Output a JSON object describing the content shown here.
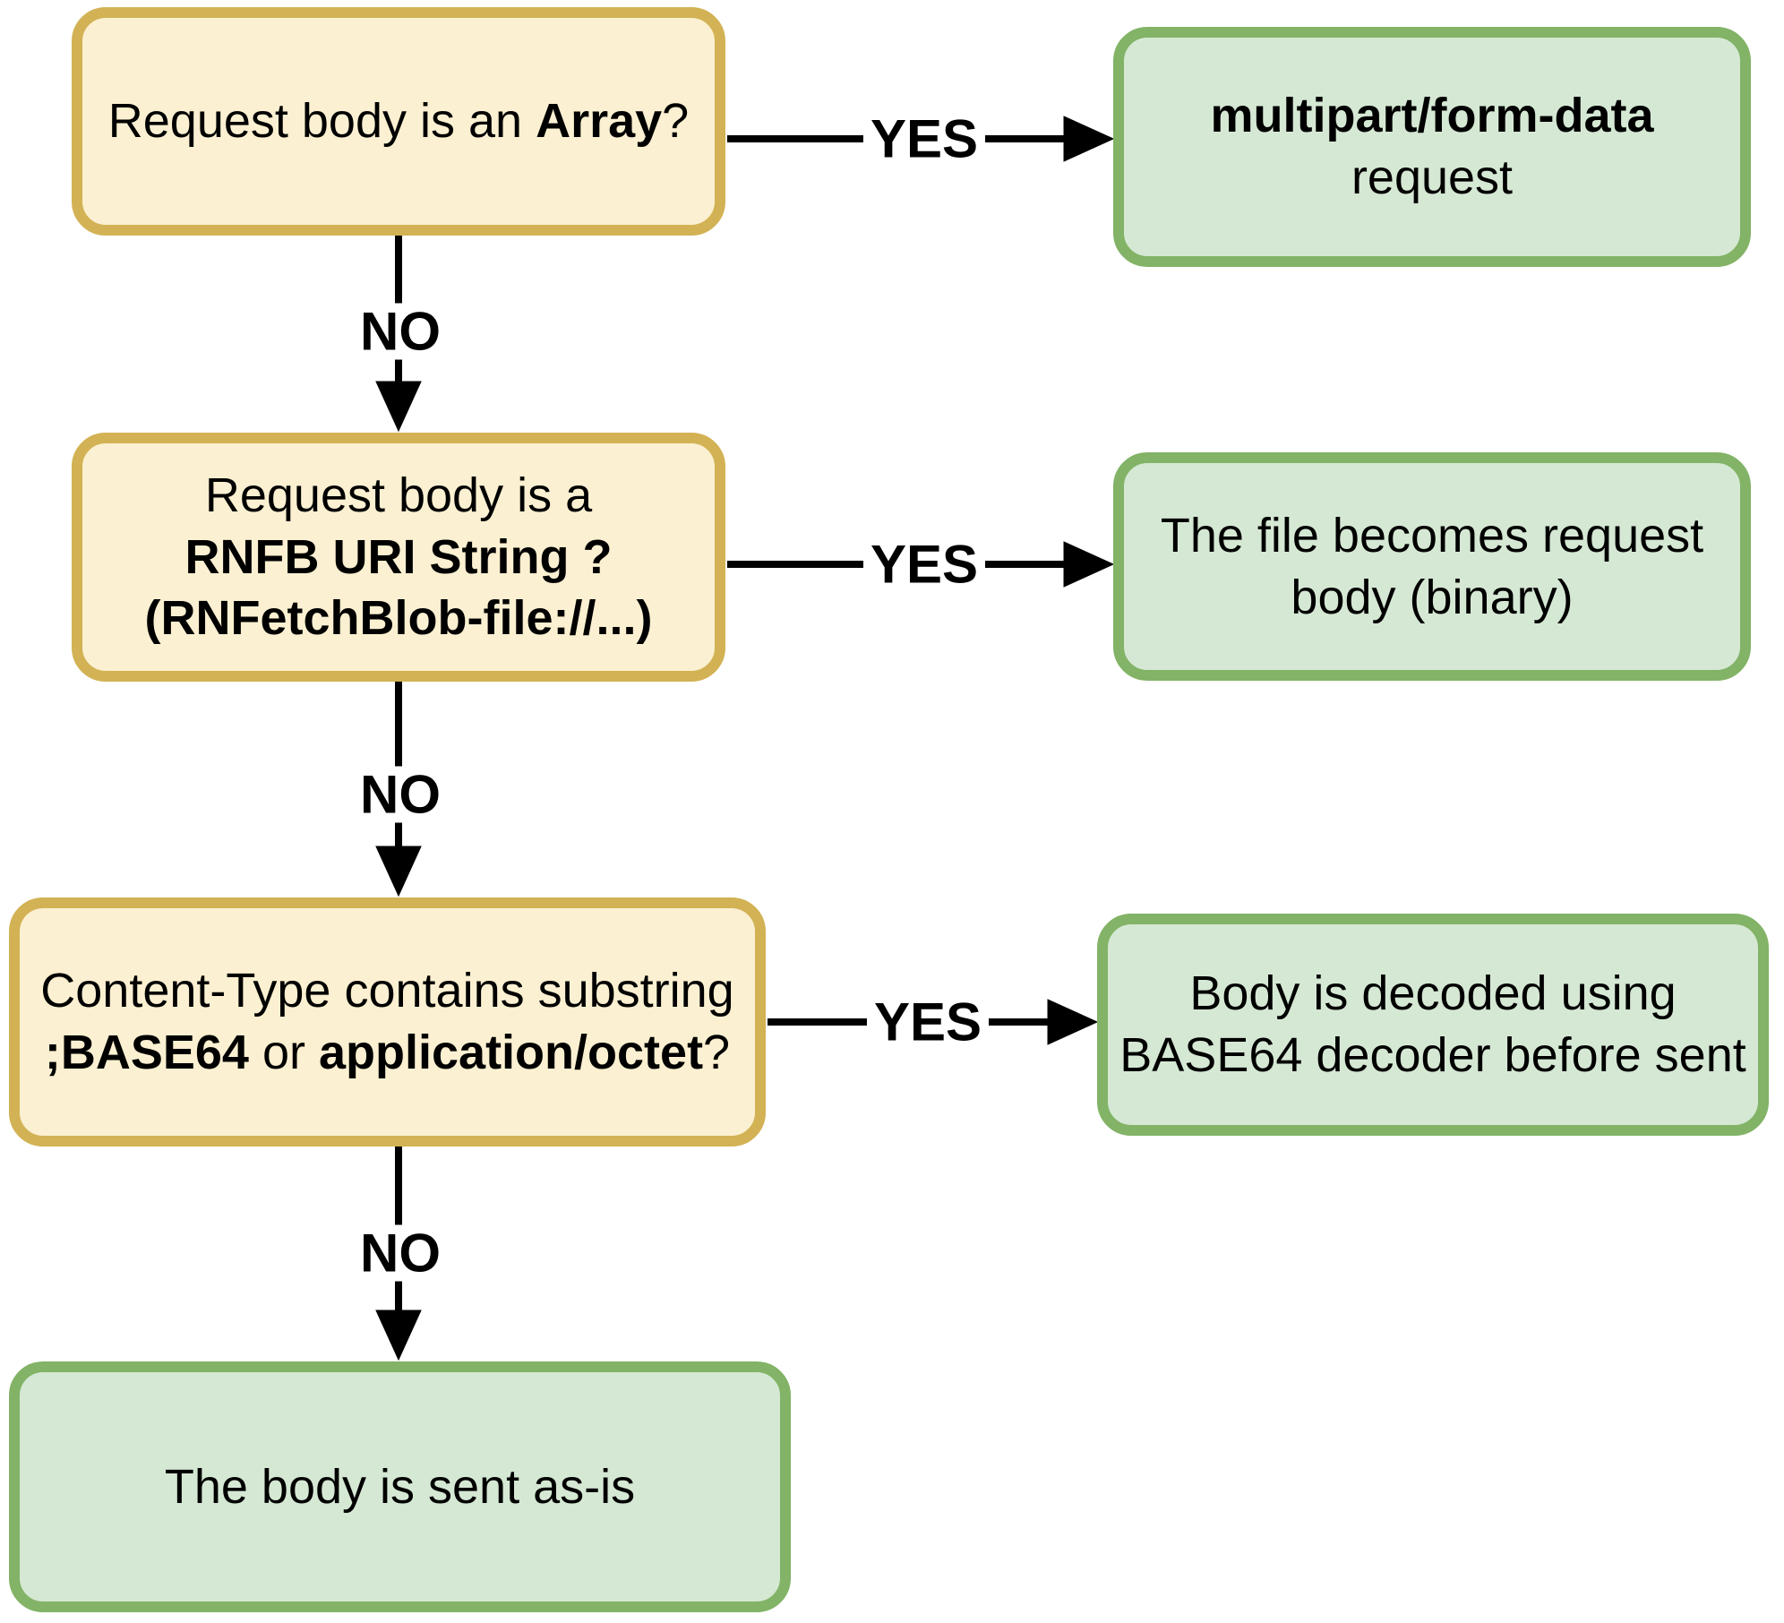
{
  "colors": {
    "decision_fill": "#FBF0D1",
    "decision_border": "#D2B254",
    "result_fill": "#D5E8D4",
    "result_border": "#82B366",
    "arrow": "#000000",
    "text": "#000000"
  },
  "nodes": {
    "q1": {
      "pre": "Request body is an ",
      "bold": "Array",
      "post": "?"
    },
    "a1": {
      "line1": "multipart/form-data",
      "line2": "request"
    },
    "q2": {
      "line1": "Request body is a",
      "line2": "RNFB URI String ?",
      "line3": "(RNFetchBlob-file://...)"
    },
    "a2": {
      "line1": "The file becomes request",
      "line2": "body (binary)"
    },
    "q3": {
      "line1": "Content-Type contains substring",
      "line2_bold1": ";BASE64",
      "line2_mid": " or ",
      "line2_bold2": "application/octet",
      "line2_post": "?"
    },
    "a3": {
      "line1": "Body is decoded using",
      "line2": "BASE64 decoder before sent"
    },
    "a4": {
      "text": "The body is sent as-is"
    }
  },
  "edges": {
    "yes1": "YES",
    "yes2": "YES",
    "yes3": "YES",
    "no1": "NO",
    "no2": "NO",
    "no3": "NO"
  }
}
